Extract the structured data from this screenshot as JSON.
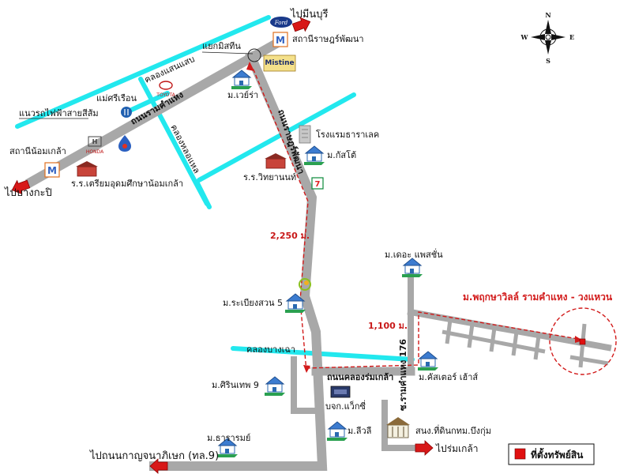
{
  "compass": {
    "n": "N",
    "s": "S",
    "e": "E",
    "w": "W"
  },
  "destinations": {
    "minburi": "ไปมีนบุรี",
    "bangkapi": "ไปบางกะปิ",
    "kanchanaphisek": "ไปถนนกาญจนาภิเษก (ทล.9)",
    "romklao": "ไปร่มเกล้า"
  },
  "roads": {
    "ramkhamhaeng": "ถนนรามคำแหง",
    "rat_phatthana": "ถนนราษฎร์พัฒนา",
    "rom_klao": "ถนนคลองร่มเกล้า",
    "ramkhamhaeng_176": "ซ.รามคำแหง 176",
    "intersection": "แยกมิสทีน",
    "skytrain": "แนวรถไฟฟ้าสายสีส้ม"
  },
  "canals": {
    "khlong_saen_saep": "คลองแสนแสบ",
    "khlong_hok_wa": "คลองหลอแหล",
    "khlong_bang_chan": "คลองบางเฉา"
  },
  "places": {
    "station_rat_phatthana": "สถานีราษฎร์พัฒนา",
    "station_min_phatthana": "สถานีน้อมเกล้า",
    "mae_si_ruean": "แม่ศรีเรือน",
    "toyota": "TOYOTA",
    "honda": "HONDA",
    "mistine": "Mistine",
    "m_wiera": "ม.เวย์ร่า",
    "hotel": "โรงแรมธาราเลค",
    "m_kasadai": "ม.กัสโต้",
    "school_witthayanon": "ร.ร.วิทยานนท์",
    "school_nomklao": "ร.ร.เตรียมอุดมศึกษาน้อมเกล้า",
    "m_the_passion": "ม.เดอะ แพสชั่น",
    "m_rabiangsuan": "ม.ระเบียงสวน 5",
    "m_the_cluster": "ม.คัสเตอร์ เฮ้าส์",
    "m_siriwat": "ม.ศิรินเทพ 9",
    "m_thararom": "ม.ธารารมย์",
    "m_lisi": "ม.ลีวลี",
    "carwash": "บจก.แว็กซี่",
    "bma_land": "สนง.ที่ดินกทม.บึงกุ่ม",
    "target_project": "ม.พฤกษาวิลล์ รามคำแหง - วงแหวน"
  },
  "distances": {
    "segment_1": "2,250 ม.",
    "segment_2": "1,100 ม."
  },
  "legend": {
    "label": "ที่ตั้งทรัพย์สิน",
    "color": "#e01010"
  },
  "colors": {
    "road": "#a8a8a8",
    "canal": "#22e8ee",
    "route": "#d21a1a",
    "house": "#2a8a3a"
  }
}
